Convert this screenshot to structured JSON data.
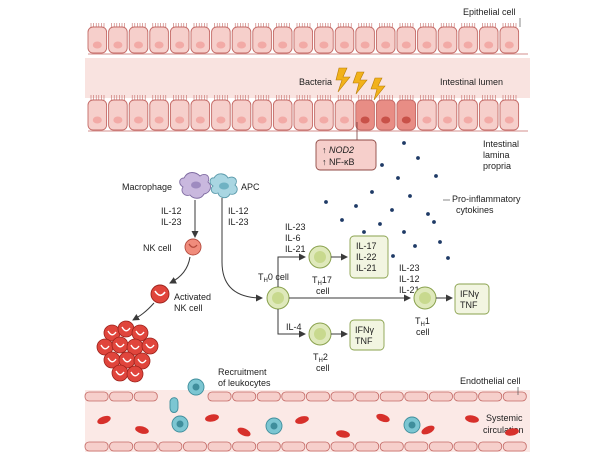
{
  "labels": {
    "epithelial_cell": "Epithelial cell",
    "intestinal_lumen": "Intestinal lumen",
    "bacteria": "Bacteria",
    "lamina_propria": [
      "Intestinal",
      "lamina",
      "propria"
    ],
    "nod2": "↑ NOD2",
    "nfkb": "↑ NF-κB",
    "macrophage": "Macrophage",
    "apc": "APC",
    "macrophage_cytokines": [
      "IL-12",
      "IL-23"
    ],
    "apc_cytokines": [
      "IL-12",
      "IL-23"
    ],
    "nk_cell": "NK cell",
    "activated_nk": [
      "Activated",
      "NK cell"
    ],
    "proinflammatory": [
      "Pro-inflammatory",
      "cytokines"
    ],
    "th0": {
      "main": "T",
      "sub": "H",
      "rest": "0 cell"
    },
    "th17_inputs": [
      "IL-23",
      "IL-6",
      "IL-21"
    ],
    "th17": {
      "main": "T",
      "sub": "H",
      "rest": "17",
      "cell": "cell"
    },
    "th17_outputs": [
      "IL-17",
      "IL-22",
      "IL-21"
    ],
    "th1_inputs": [
      "IL-23",
      "IL-12",
      "IL-21"
    ],
    "th1": {
      "main": "T",
      "sub": "H",
      "rest": "1",
      "cell": "cell"
    },
    "th1_outputs": [
      "IFNγ",
      "TNF"
    ],
    "th2_input": "IL-4",
    "th2": {
      "main": "T",
      "sub": "H",
      "rest": "2",
      "cell": "cell"
    },
    "th2_outputs": [
      "IFNγ",
      "TNF"
    ],
    "recruitment": [
      "Recruitment",
      "of leukocytes"
    ],
    "endothelial_cell": "Endothelial cell",
    "systemic": [
      "Systemic",
      "circulation"
    ]
  },
  "colors": {
    "cell_fill": "#f6cfcb",
    "cell_stroke": "#c46a66",
    "nucleus": "#f2aaa6",
    "damaged_cell": "#e88d85",
    "lumen_band": "#f9e3e0",
    "lightning": "#f2b21b",
    "t_cell_fill": "#dfe9bb",
    "t_cell_stroke": "#8aa24e",
    "cytokine_box": "#f2f5e1",
    "rbc": "#d7302b",
    "leukocyte": "#7cc6d2",
    "dots": "#1f3a66",
    "macrophage": "#c9b8de",
    "apc": "#a9d6e2"
  }
}
